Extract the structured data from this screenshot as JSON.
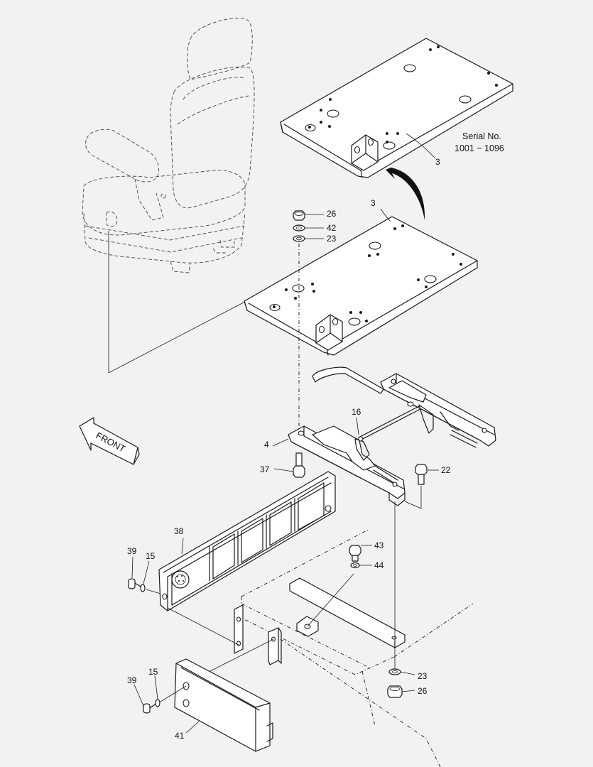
{
  "labels": {
    "serial_line1": "Serial No.",
    "serial_line2": "1001 ~ 1096",
    "p3_upper": "3",
    "p3_lower": "3",
    "p26_top": "26",
    "p42": "42",
    "p23_top": "23",
    "p16": "16",
    "p4": "4",
    "p37": "37",
    "p22": "22",
    "p38": "38",
    "p39_a": "39",
    "p15_a": "15",
    "p43": "43",
    "p44": "44",
    "p23_bot": "23",
    "p26_bot": "26",
    "p39_b": "39",
    "p15_b": "15",
    "p41": "41",
    "front": "FRONT"
  },
  "colors": {
    "line": "#1a1a1a",
    "background": "#f2f2f2",
    "fill": "#ffffff"
  }
}
